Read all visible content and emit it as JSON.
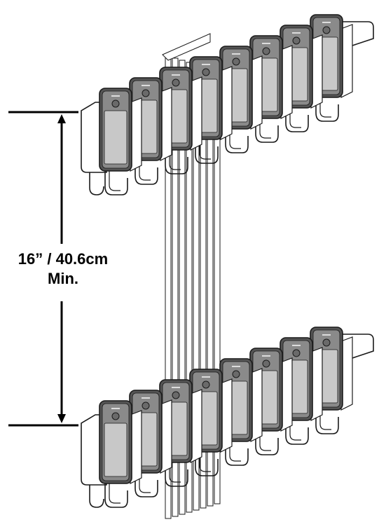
{
  "dimension": {
    "value_label": "16” / 40.6cm",
    "qualifier_label": "Min."
  },
  "rack": {
    "tiers": 2,
    "units_per_tier": 8
  },
  "colors": {
    "outline": "#1a1a1a",
    "device_frame": "#555555",
    "device_bezel": "#8a8a8a",
    "screen": "#c8c8c8",
    "bracket": "#ffffff"
  }
}
